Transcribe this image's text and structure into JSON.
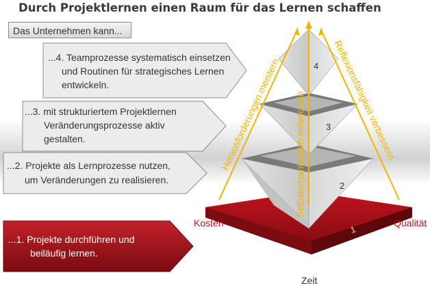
{
  "title": "Durch Projektlernen einen Raum für das Lernen schaffen",
  "intro": "Das Unternehmen kann...",
  "steps": [
    {
      "line1": "...1.  Projekte durchführen und",
      "line2": "beiläufig lernen."
    },
    {
      "line1": "...2.  Projekte als Lernprozesse nutzen,",
      "line2": "um Veränderungen zu realisieren."
    },
    {
      "line1": "...3.  mit strukturiertem Projektlernen",
      "line2": "Veränderungsprozesse aktiv",
      "line3": "gestalten."
    },
    {
      "line1": "...4. Teamprozesse systematisch einsetzen",
      "line2": "und Routinen für strategisches Lernen",
      "line3": "entwickeln."
    }
  ],
  "pyramid": {
    "levels": [
      "1",
      "2",
      "3",
      "4"
    ],
    "left_axis": "Herausforderungen meistern",
    "center_axis": "Selbstorganisation entwickeln",
    "right_axis": "Reflexionsfähigkeit verbessern"
  },
  "base_labels": {
    "left": "Kosten",
    "right": "Qualität",
    "bottom": "Zeit"
  },
  "colors": {
    "accent_red": "#a01018",
    "arrow_yellow": "#f0b400",
    "grey_face": "#d6d6d6"
  }
}
